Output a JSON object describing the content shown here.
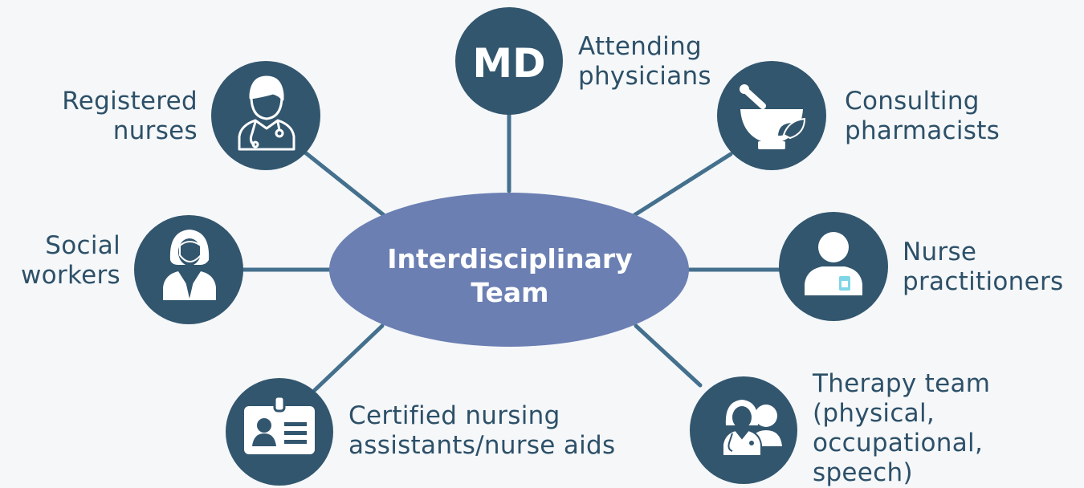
{
  "center": {
    "line1": "Interdisciplinary",
    "line2": "Team"
  },
  "nodes": {
    "md": {
      "icon_text": "MD",
      "line1": "Attending",
      "line2": "physicians"
    },
    "nurses": {
      "line1": "Registered",
      "line2": "nurses"
    },
    "pharmacists": {
      "line1": "Consulting",
      "line2": "pharmacists"
    },
    "social": {
      "line1": "Social",
      "line2": "workers"
    },
    "np": {
      "line1": "Nurse",
      "line2": "practitioners"
    },
    "cna": {
      "line1": "Certified nursing",
      "line2": "assistants/nurse aids"
    },
    "therapy": {
      "line1": "Therapy team",
      "line2": "(physical,",
      "line3": "occupational,",
      "line4": "speech)"
    }
  },
  "colors": {
    "background": "#f5f7f9",
    "node": "#32566e",
    "center": "#6b7fb3",
    "connector": "#44708d",
    "text": "#2d5068",
    "badge_accent": "#7fd6e6"
  }
}
